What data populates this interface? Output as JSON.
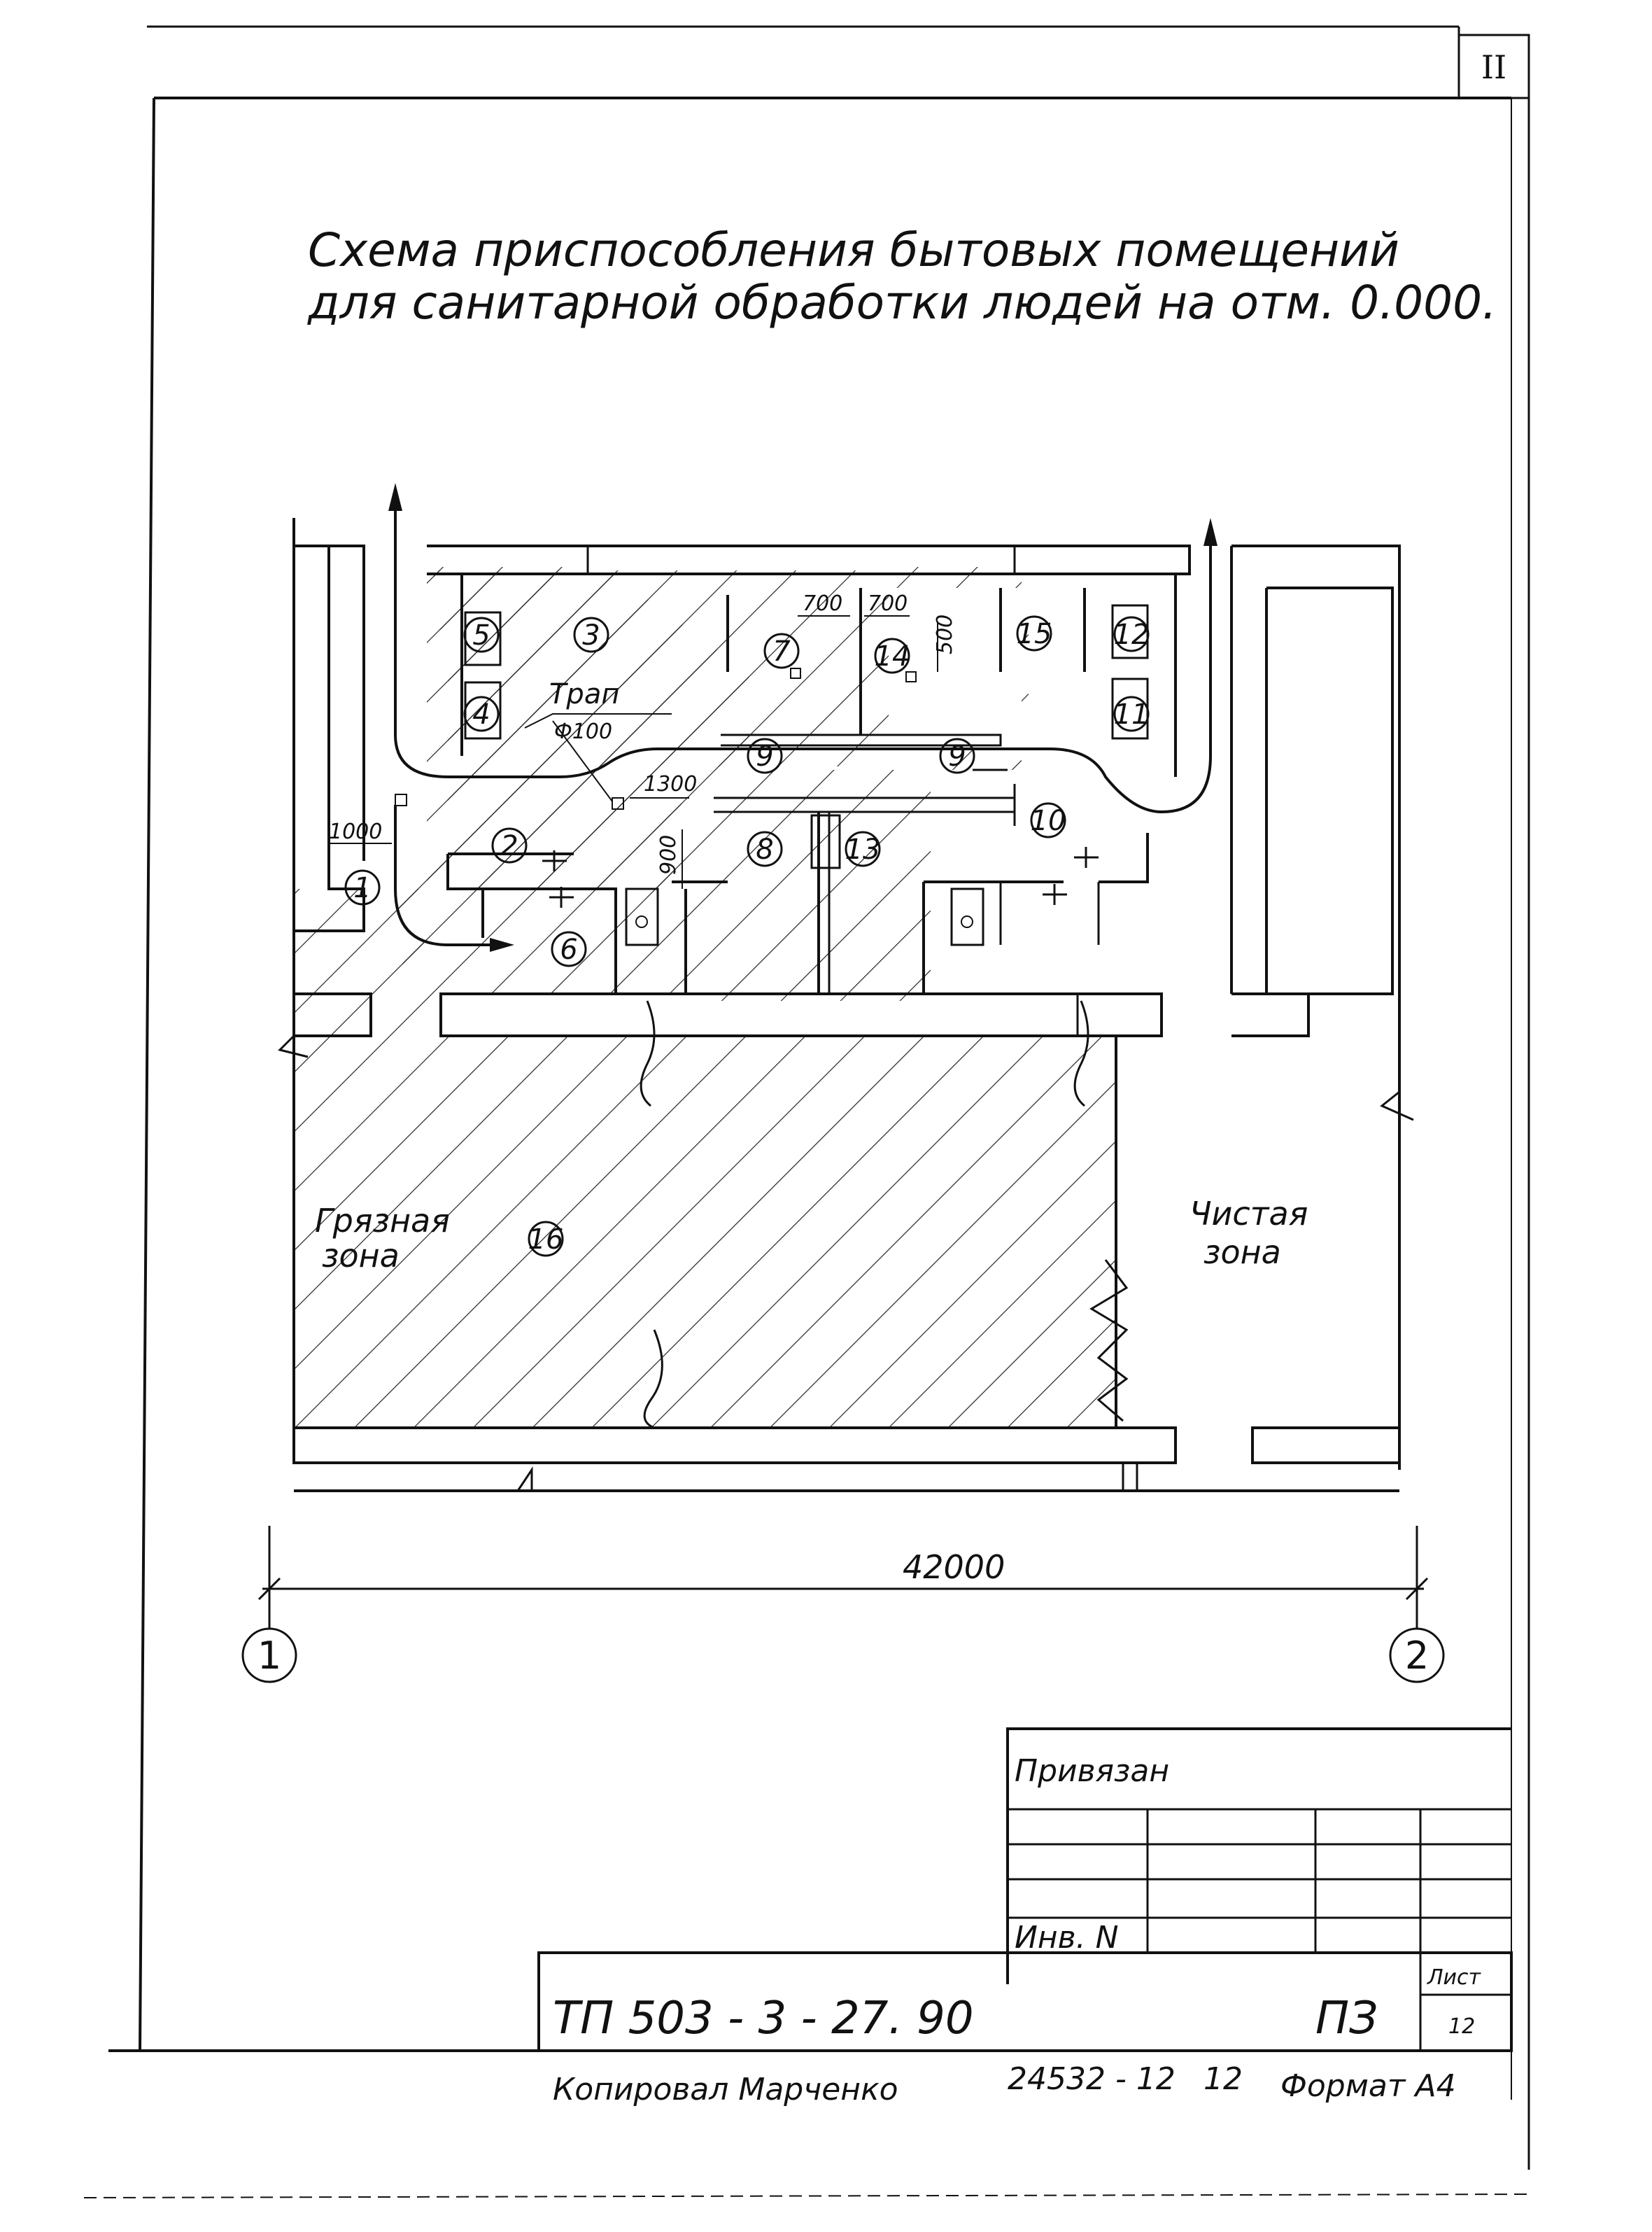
{
  "sheet_number": "II",
  "title": {
    "line1": "Схема приспособления бытовых помещений",
    "line2": "для санитарной обработки людей на отм. 0.000."
  },
  "plan": {
    "room_numbers": [
      "1",
      "2",
      "3",
      "4",
      "5",
      "6",
      "7",
      "8",
      "9",
      "9",
      "10",
      "11",
      "12",
      "13",
      "14",
      "15",
      "16"
    ],
    "drain_label": "Трап",
    "drain_size": "Ф100",
    "dimensions": {
      "d1000": "1000",
      "d700a": "700",
      "d700b": "700",
      "d500": "500",
      "d1300": "1300",
      "d900": "900"
    },
    "dirty_zone": {
      "line1": "Грязная",
      "line2": "зона"
    },
    "clean_zone": {
      "line1": "Чистая",
      "line2": "зона"
    },
    "overall_dimension": "42000",
    "axis_left": "1",
    "axis_right": "2"
  },
  "title_block": {
    "privyazan": "Привязан",
    "inv_no": "Инв. N",
    "code": "ТП 503 - 3 - 27. 90",
    "section": "ПЗ",
    "list_label": "Лист",
    "list_number": "12"
  },
  "footer": {
    "copied": "Копировал Марченко",
    "order": "24532 - 12",
    "page": "12",
    "format": "Формат А4"
  }
}
